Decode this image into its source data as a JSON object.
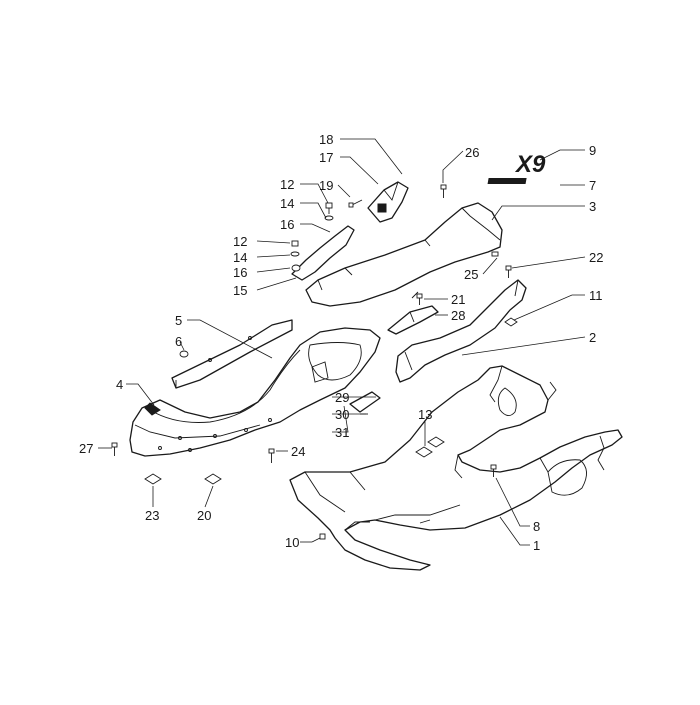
{
  "diagram": {
    "logo_text": "X9",
    "callouts": [
      {
        "id": "c1",
        "label": "1"
      },
      {
        "id": "c2",
        "label": "2"
      },
      {
        "id": "c3",
        "label": "3"
      },
      {
        "id": "c4",
        "label": "4"
      },
      {
        "id": "c5",
        "label": "5"
      },
      {
        "id": "c6",
        "label": "6"
      },
      {
        "id": "c7",
        "label": "7"
      },
      {
        "id": "c8",
        "label": "8"
      },
      {
        "id": "c9",
        "label": "9"
      },
      {
        "id": "c10",
        "label": "10"
      },
      {
        "id": "c11",
        "label": "11"
      },
      {
        "id": "c12a",
        "label": "12"
      },
      {
        "id": "c12b",
        "label": "12"
      },
      {
        "id": "c13",
        "label": "13"
      },
      {
        "id": "c14a",
        "label": "14"
      },
      {
        "id": "c14b",
        "label": "14"
      },
      {
        "id": "c15",
        "label": "15"
      },
      {
        "id": "c16a",
        "label": "16"
      },
      {
        "id": "c16b",
        "label": "16"
      },
      {
        "id": "c17",
        "label": "17"
      },
      {
        "id": "c18",
        "label": "18"
      },
      {
        "id": "c19",
        "label": "19"
      },
      {
        "id": "c20",
        "label": "20"
      },
      {
        "id": "c21",
        "label": "21"
      },
      {
        "id": "c22",
        "label": "22"
      },
      {
        "id": "c23",
        "label": "23"
      },
      {
        "id": "c24",
        "label": "24"
      },
      {
        "id": "c25",
        "label": "25"
      },
      {
        "id": "c26",
        "label": "26"
      },
      {
        "id": "c27",
        "label": "27"
      },
      {
        "id": "c28",
        "label": "28"
      },
      {
        "id": "c29",
        "label": "29"
      },
      {
        "id": "c30",
        "label": "30"
      },
      {
        "id": "c31",
        "label": "31"
      }
    ]
  }
}
